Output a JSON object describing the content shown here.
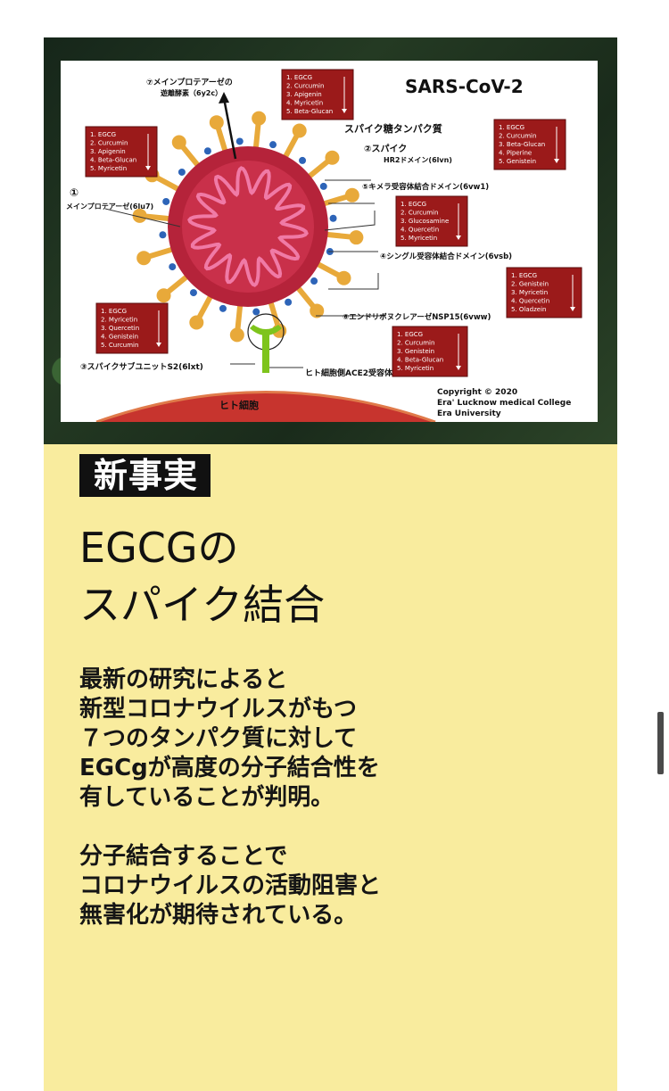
{
  "figure": {
    "title": "SARS-CoV-2",
    "host_cell": "ヒト細胞",
    "copyright": [
      "Copyright © 2020",
      "Era' Lucknow medical College",
      "Era University"
    ],
    "labels": {
      "p7_a": "⑦メインプロテアーゼの",
      "p7_b": "遊離酵素（6y2c）",
      "spike_glyco": "スパイク糖タンパク質",
      "p2_a": "②スパイク",
      "p2_b": "HR2ドメイン(6lvn)",
      "p1_a": "①",
      "p1_b": "メインプロテアーゼ(6lu7)",
      "p5": "⑤キメラ受容体結合ドメイン(6vw1)",
      "p4": "④シングル受容体結合ドメイン(6vsb)",
      "p6": "⑥エンドリボヌクレアーゼNSP15(6vww)",
      "p3": "③スパイクサブユニットS2(6lxt)",
      "ace2": "ヒト細胞側ACE2受容体"
    },
    "boxes": {
      "p7": [
        "1. EGCG",
        "2. Curcumin",
        "3. Apigenin",
        "4. Myricetin",
        "5. Beta-Glucan"
      ],
      "p1": [
        "1. EGCG",
        "2. Curcumin",
        "3. Apigenin",
        "4. Beta-Glucan",
        "5. Myricetin"
      ],
      "p2": [
        "1. EGCG",
        "2. Curcumin",
        "3. Beta-Glucan",
        "4. Piperine",
        "5. Genistein"
      ],
      "p5": [
        "1. EGCG",
        "2. Curcumin",
        "3. Glucosamine",
        "4. Quercetin",
        "5. Myricetin"
      ],
      "p4": [
        "1. EGCG",
        "2. Genistein",
        "3. Myricetin",
        "4. Quercetin",
        "5. Oladzein"
      ],
      "p3": [
        "1. EGCG",
        "2. Myricetin",
        "3. Quercetin",
        "4. Genistein",
        "5. Curcumin"
      ],
      "p6": [
        "1. EGCG",
        "2. Curcumin",
        "3. Genistein",
        "4. Beta-Glucan",
        "5. Myricetin"
      ]
    }
  },
  "tag": "新事実",
  "headline": [
    "EGCGの",
    "スパイク結合"
  ],
  "body": [
    [
      "最新の研究によると",
      "新型コロナウイルスがもつ",
      "７つのタンパク質に対して",
      "EGCgが高度の分子結合性を",
      "有していることが判明。"
    ],
    [
      "分子結合することで",
      "コロナウイルスの活動阻害と",
      "無害化が期待されている。"
    ]
  ],
  "colors": {
    "panel": "#f9ec9e",
    "box_red": "#9b1a1a",
    "virus_red": "#b5233a",
    "spike_orange": "#e8a93a",
    "receptor_green": "#7ec41c"
  }
}
